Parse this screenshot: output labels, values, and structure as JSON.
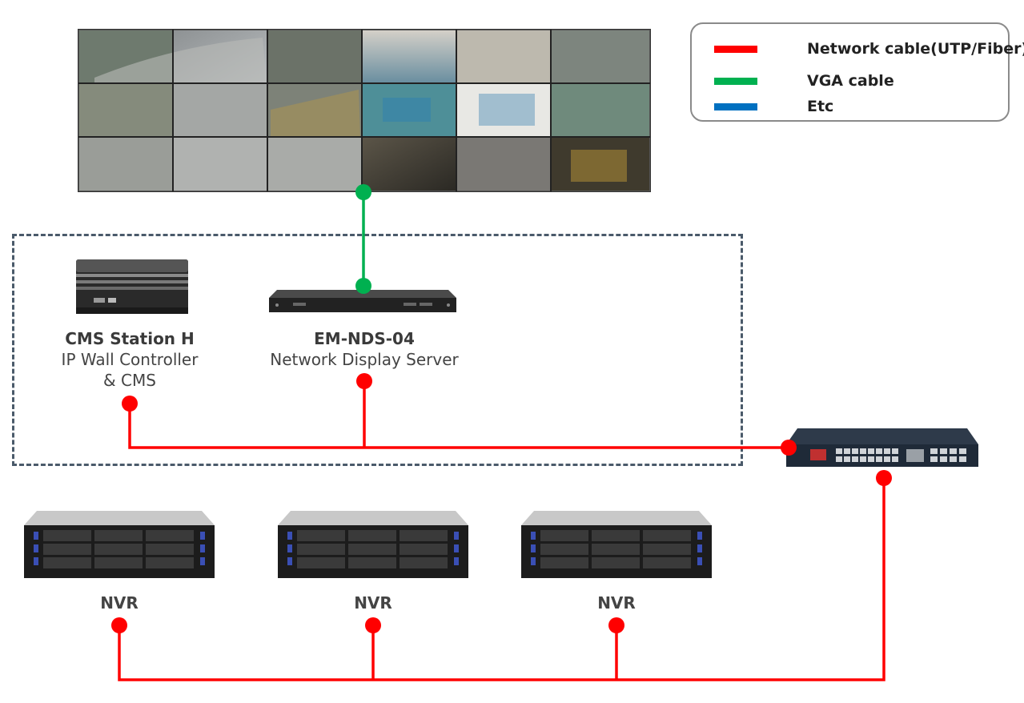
{
  "legend": {
    "items": [
      {
        "label": "Network cable(UTP/Fiber)",
        "color": "#ff0000"
      },
      {
        "label": "VGA cable",
        "color": "#00b050"
      },
      {
        "label": "Etc",
        "color": "#0070c0"
      }
    ]
  },
  "devices": {
    "cms": {
      "name": "CMS Station H",
      "line1": "IP Wall Controller",
      "line2": "& CMS"
    },
    "nds": {
      "name": "EM-NDS-04",
      "line1": "Network Display Server"
    },
    "nvr1": {
      "name": "NVR"
    },
    "nvr2": {
      "name": "NVR"
    },
    "nvr3": {
      "name": "NVR"
    }
  },
  "colors": {
    "network": "#ff0000",
    "vga": "#00b050",
    "group_border": "#4a5a6a"
  }
}
